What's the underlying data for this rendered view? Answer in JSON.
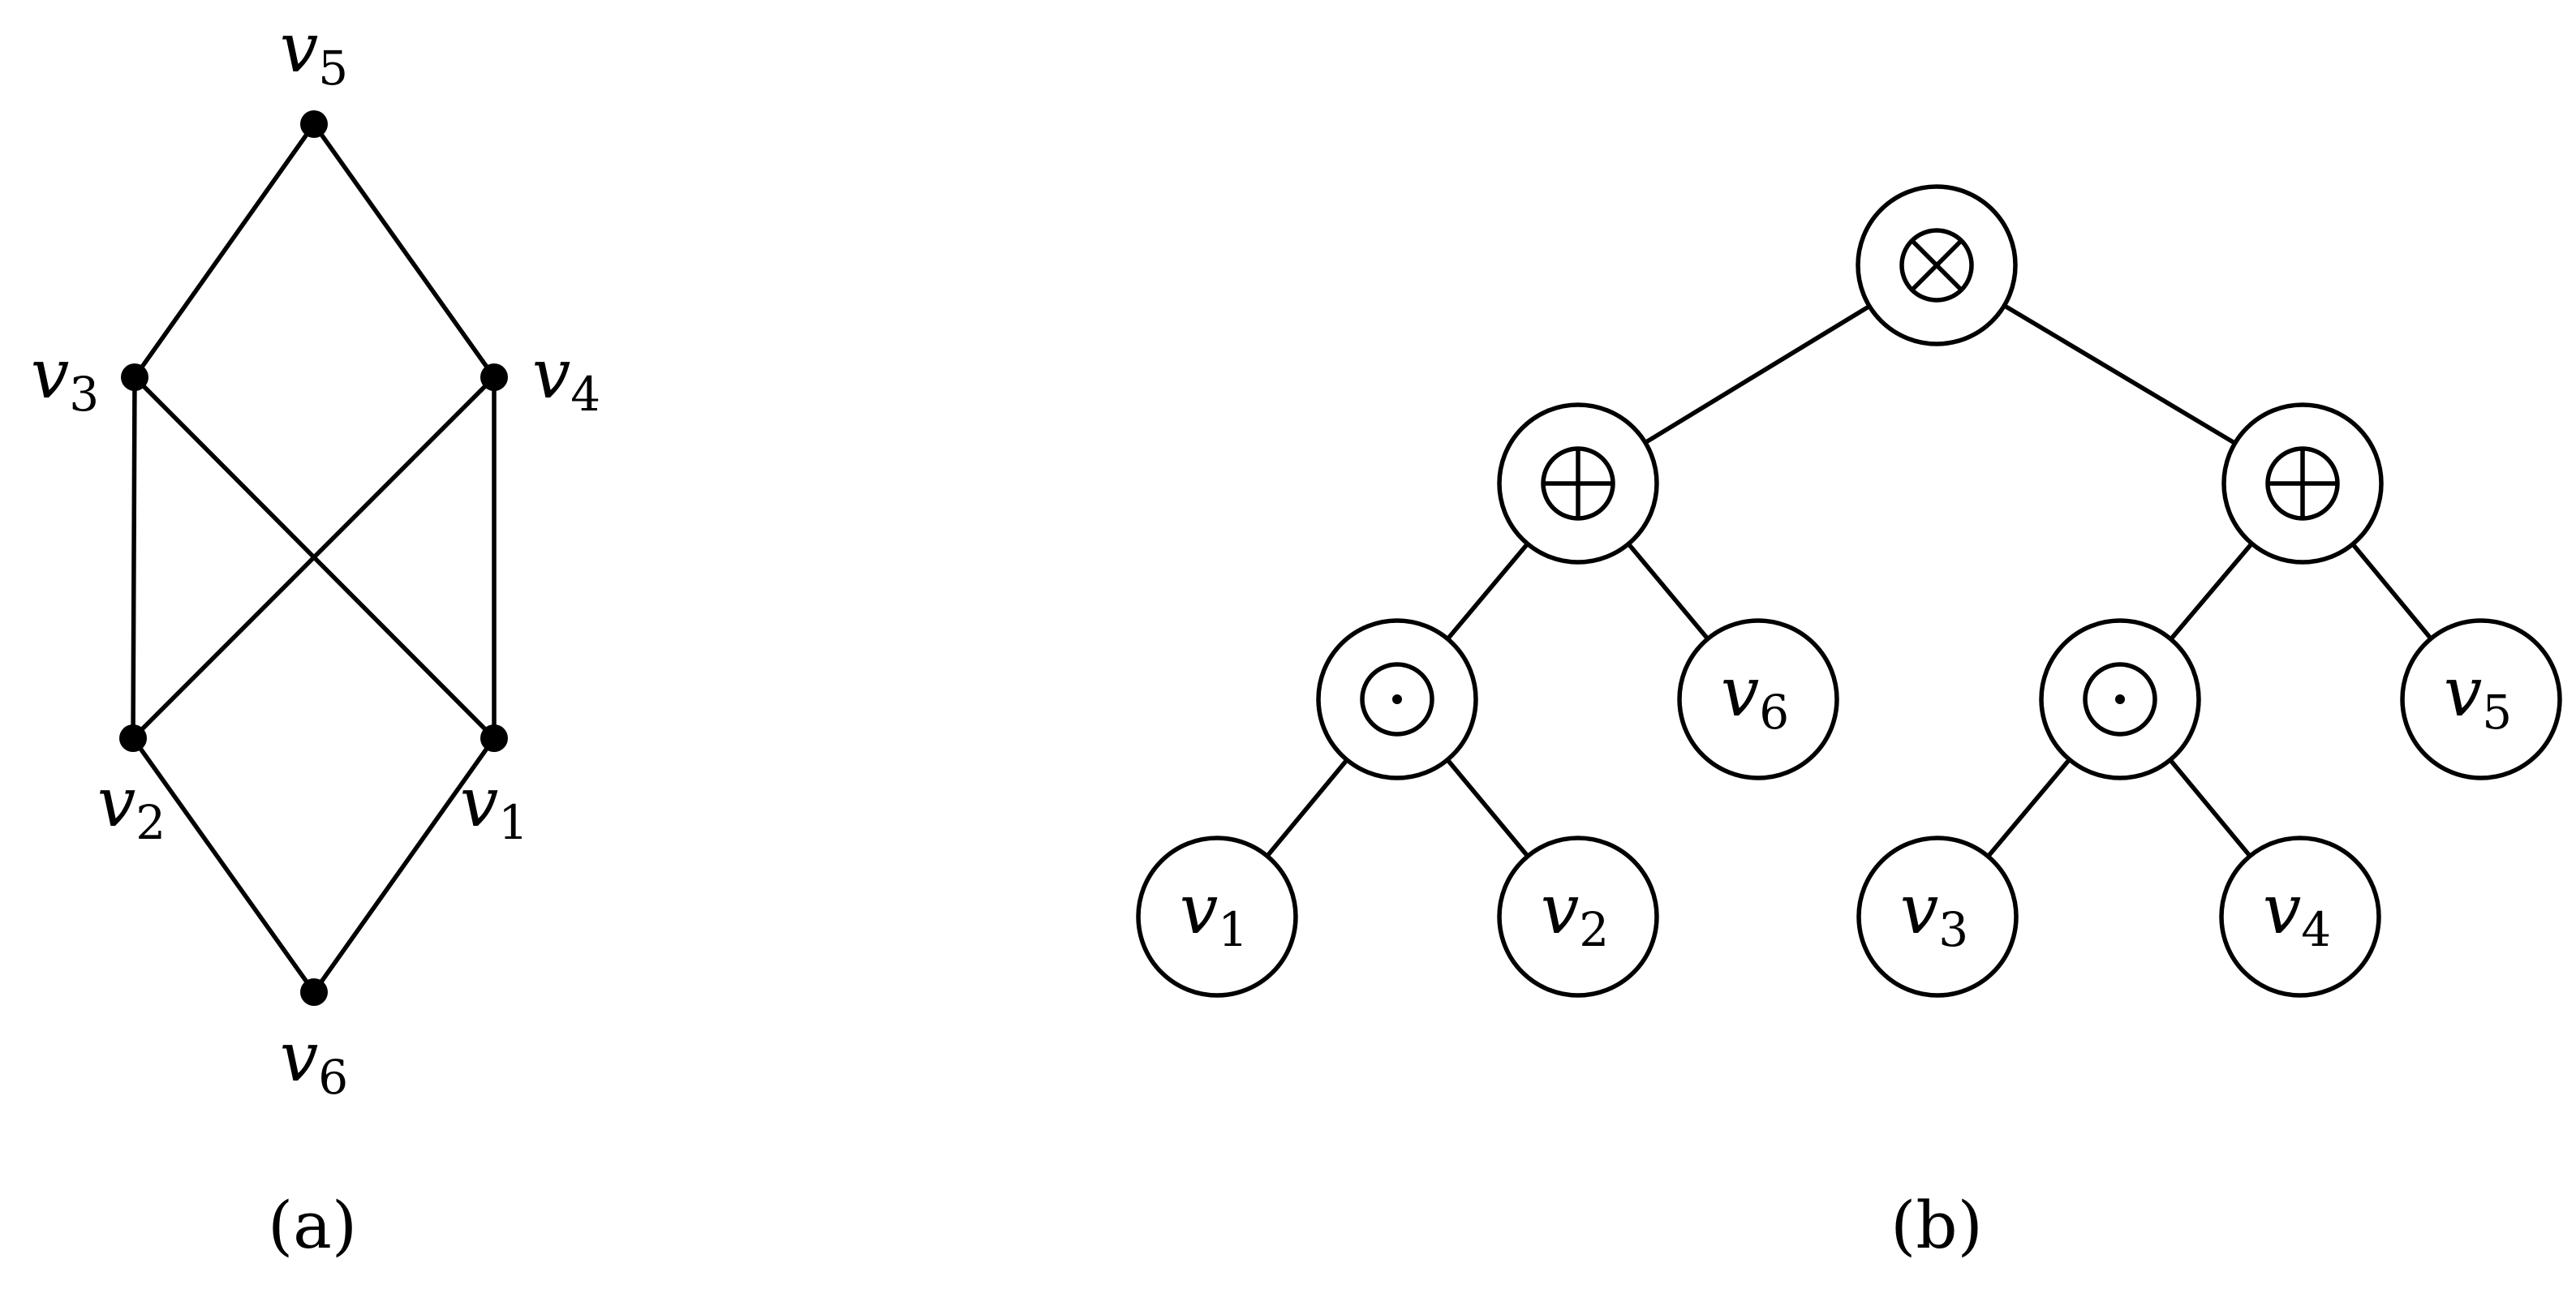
{
  "graph": {
    "vertices": [
      {
        "id": "v5",
        "letter": "v",
        "sub": "5"
      },
      {
        "id": "v3",
        "letter": "v",
        "sub": "3"
      },
      {
        "id": "v4",
        "letter": "v",
        "sub": "4"
      },
      {
        "id": "v2",
        "letter": "v",
        "sub": "2"
      },
      {
        "id": "v1",
        "letter": "v",
        "sub": "1"
      },
      {
        "id": "v6",
        "letter": "v",
        "sub": "6"
      }
    ],
    "edges": [
      [
        "v5",
        "v3"
      ],
      [
        "v5",
        "v4"
      ],
      [
        "v3",
        "v2"
      ],
      [
        "v3",
        "v1"
      ],
      [
        "v4",
        "v2"
      ],
      [
        "v4",
        "v1"
      ],
      [
        "v2",
        "v6"
      ],
      [
        "v1",
        "v6"
      ]
    ],
    "caption": "(a)"
  },
  "tree": {
    "nodes": [
      {
        "id": "root",
        "kind": "operator",
        "symbol": "otimes-icon"
      },
      {
        "id": "plusL",
        "kind": "operator",
        "symbol": "oplus-icon"
      },
      {
        "id": "plusR",
        "kind": "operator",
        "symbol": "oplus-icon"
      },
      {
        "id": "dotL",
        "kind": "operator",
        "symbol": "odot-icon"
      },
      {
        "id": "dotR",
        "kind": "operator",
        "symbol": "odot-icon"
      },
      {
        "id": "leaf-v6",
        "kind": "leaf",
        "letter": "v",
        "sub": "6"
      },
      {
        "id": "leaf-v5",
        "kind": "leaf",
        "letter": "v",
        "sub": "5"
      },
      {
        "id": "leaf-v1",
        "kind": "leaf",
        "letter": "v",
        "sub": "1"
      },
      {
        "id": "leaf-v2",
        "kind": "leaf",
        "letter": "v",
        "sub": "2"
      },
      {
        "id": "leaf-v3",
        "kind": "leaf",
        "letter": "v",
        "sub": "3"
      },
      {
        "id": "leaf-v4",
        "kind": "leaf",
        "letter": "v",
        "sub": "4"
      }
    ],
    "edges": [
      [
        "root",
        "plusL"
      ],
      [
        "root",
        "plusR"
      ],
      [
        "plusL",
        "dotL"
      ],
      [
        "plusL",
        "leaf-v6"
      ],
      [
        "plusR",
        "dotR"
      ],
      [
        "plusR",
        "leaf-v5"
      ],
      [
        "dotL",
        "leaf-v1"
      ],
      [
        "dotL",
        "leaf-v2"
      ],
      [
        "dotR",
        "leaf-v3"
      ],
      [
        "dotR",
        "leaf-v4"
      ]
    ],
    "caption": "(b)"
  }
}
